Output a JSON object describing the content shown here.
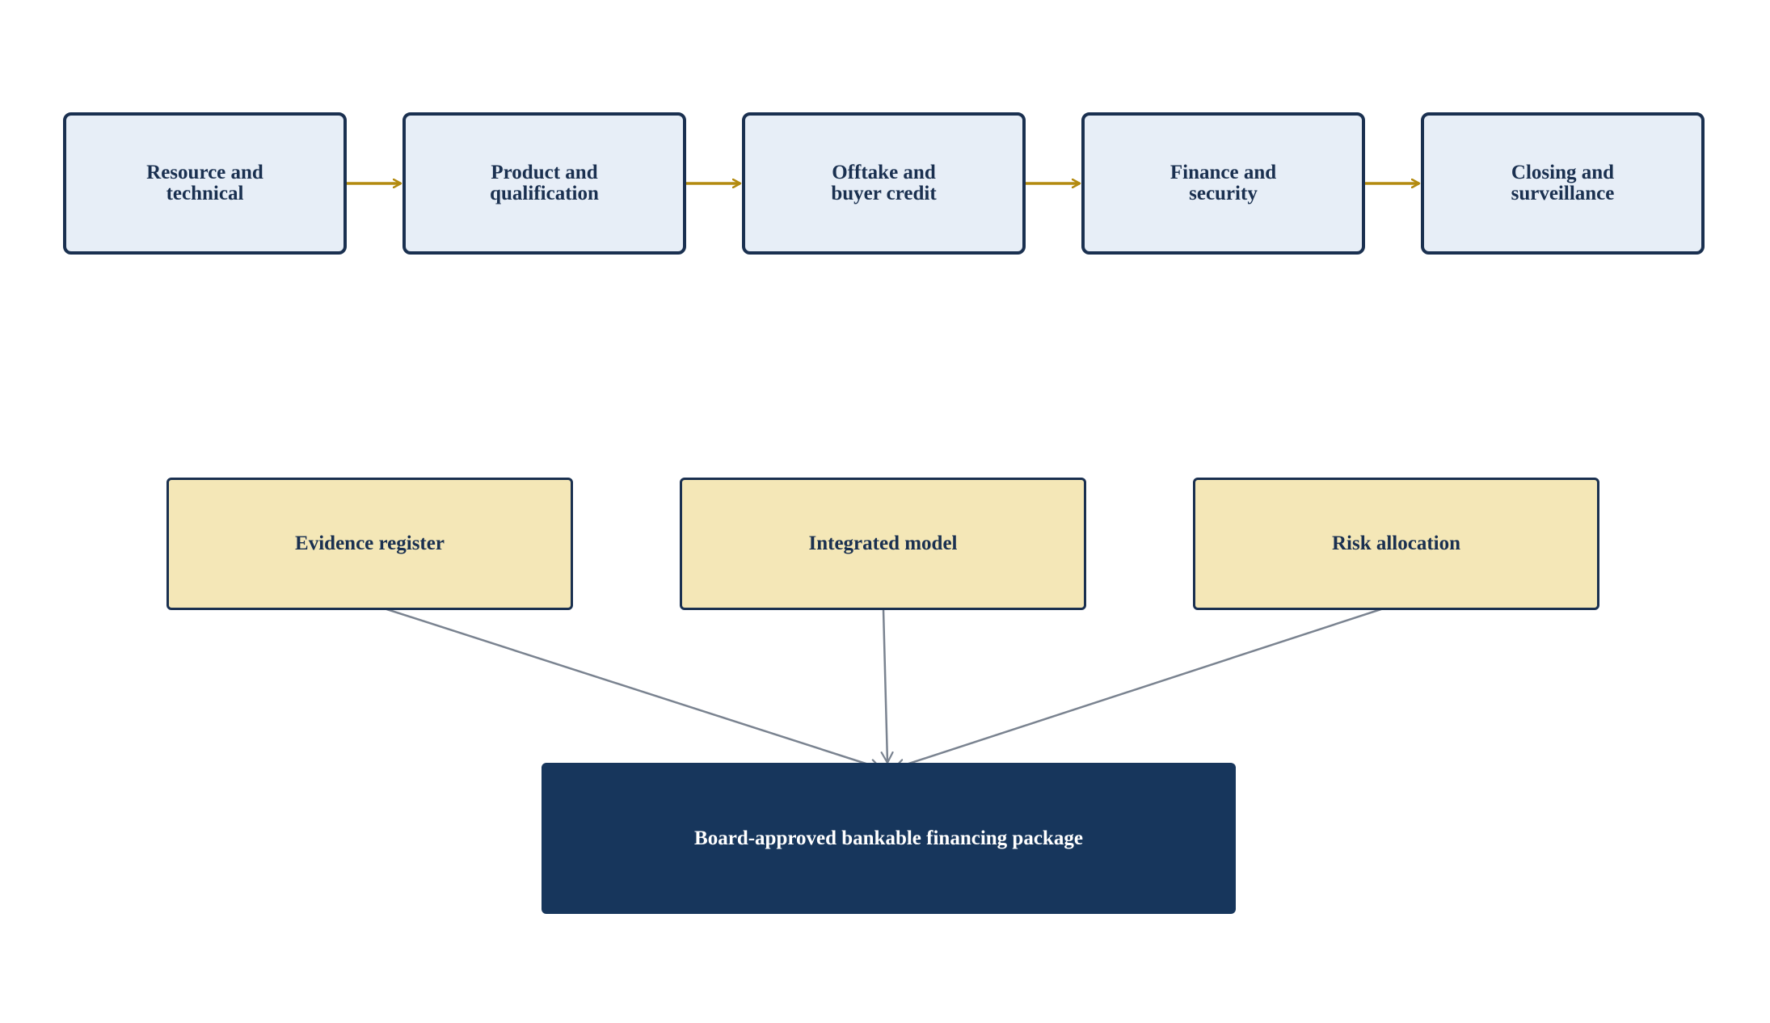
{
  "stages": [
    {
      "line1": "Resource and",
      "line2": "technical"
    },
    {
      "line1": "Product and",
      "line2": "qualification"
    },
    {
      "line1": "Offtake and",
      "line2": "buyer credit"
    },
    {
      "line1": "Finance and",
      "line2": "security"
    },
    {
      "line1": "Closing and",
      "line2": "surveillance"
    }
  ],
  "pillars": [
    {
      "label": "Evidence register"
    },
    {
      "label": "Integrated model"
    },
    {
      "label": "Risk allocation"
    }
  ],
  "outcome": {
    "label": "Board-approved bankable financing package"
  },
  "colors": {
    "stage_fill": "#e7eef7",
    "stage_border": "#1a3050",
    "flow_arrow": "#b38a0f",
    "pillar_fill": "#f4e7b7",
    "converge_arrow": "#7a8390",
    "outcome_fill": "#17365c"
  }
}
